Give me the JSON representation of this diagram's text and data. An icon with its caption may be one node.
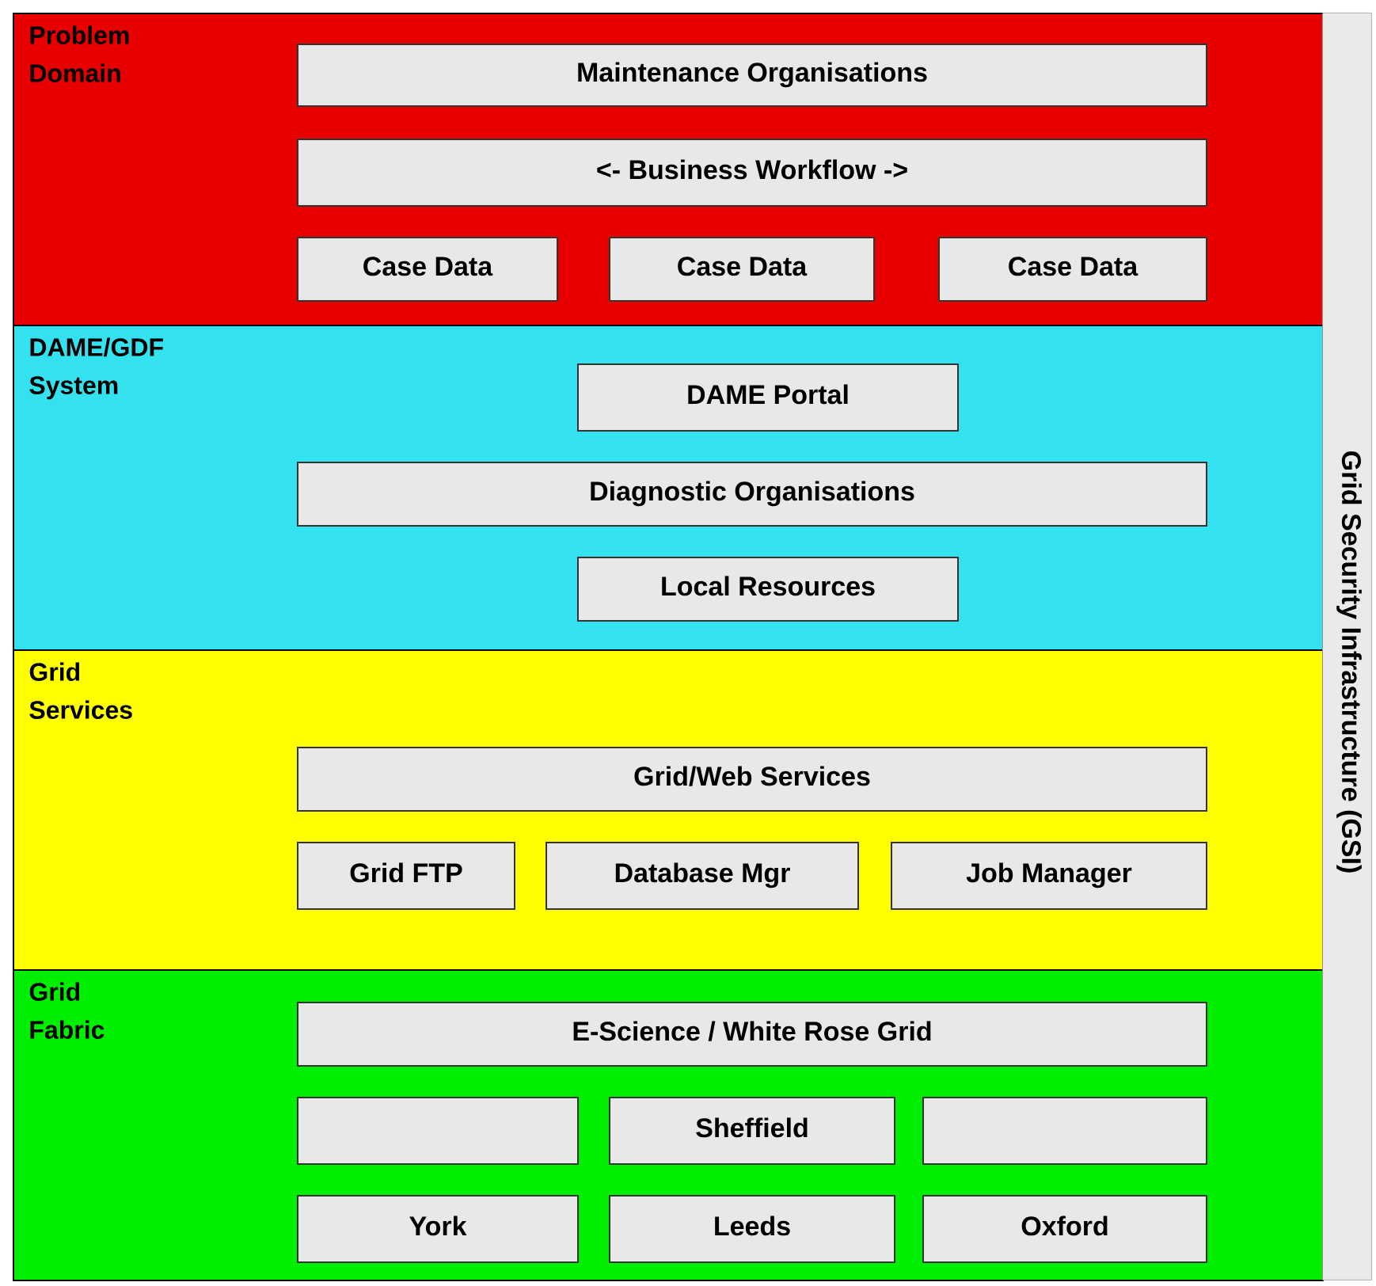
{
  "diagram": {
    "nodes": [
      {
        "text": [
          "Problem Domain"
        ]
      },
      {
        "text": [
          "Maintenance Organisations"
        ],
        "in": 0
      },
      {
        "text": [
          "<- Business Workflow ->"
        ],
        "in": 0
      },
      {
        "text": [
          "Case Data"
        ],
        "in": 0
      },
      {
        "text": [
          "Case Data"
        ],
        "in": 0
      },
      {
        "text": [
          "Case Data"
        ],
        "in": 0
      },
      {
        "text": [
          "DAME/GDF System"
        ]
      },
      {
        "text": [
          "DAME Portal"
        ],
        "in": 6
      },
      {
        "text": [
          "Diagnostic Organisations"
        ],
        "in": 6
      },
      {
        "text": [
          "Local Resources"
        ],
        "in": 6
      },
      {
        "text": [
          "Grid Services"
        ]
      },
      {
        "text": [
          "Grid/Web Services"
        ],
        "in": 10
      },
      {
        "text": [
          "Grid FTP"
        ],
        "in": 10
      },
      {
        "text": [
          "Database Mgr"
        ],
        "in": 10
      },
      {
        "text": [
          "Job Manager"
        ],
        "in": 10
      },
      {
        "text": [
          "Grid Fabric"
        ]
      },
      {
        "text": [
          "E-Science / White Rose Grid"
        ],
        "in": 15
      },
      {
        "text": [],
        "shape": "box",
        "in": 15
      },
      {
        "text": [
          "Sheffield"
        ],
        "in": 15
      },
      {
        "text": [],
        "shape": "box",
        "in": 15
      },
      {
        "text": [
          "York"
        ],
        "in": 15
      },
      {
        "text": [
          "Leeds"
        ],
        "in": 15
      },
      {
        "text": [
          "Oxford"
        ],
        "in": 15
      },
      {
        "text": [
          "Grid Security Infrastructure (GSI)"
        ]
      }
    ]
  }
}
